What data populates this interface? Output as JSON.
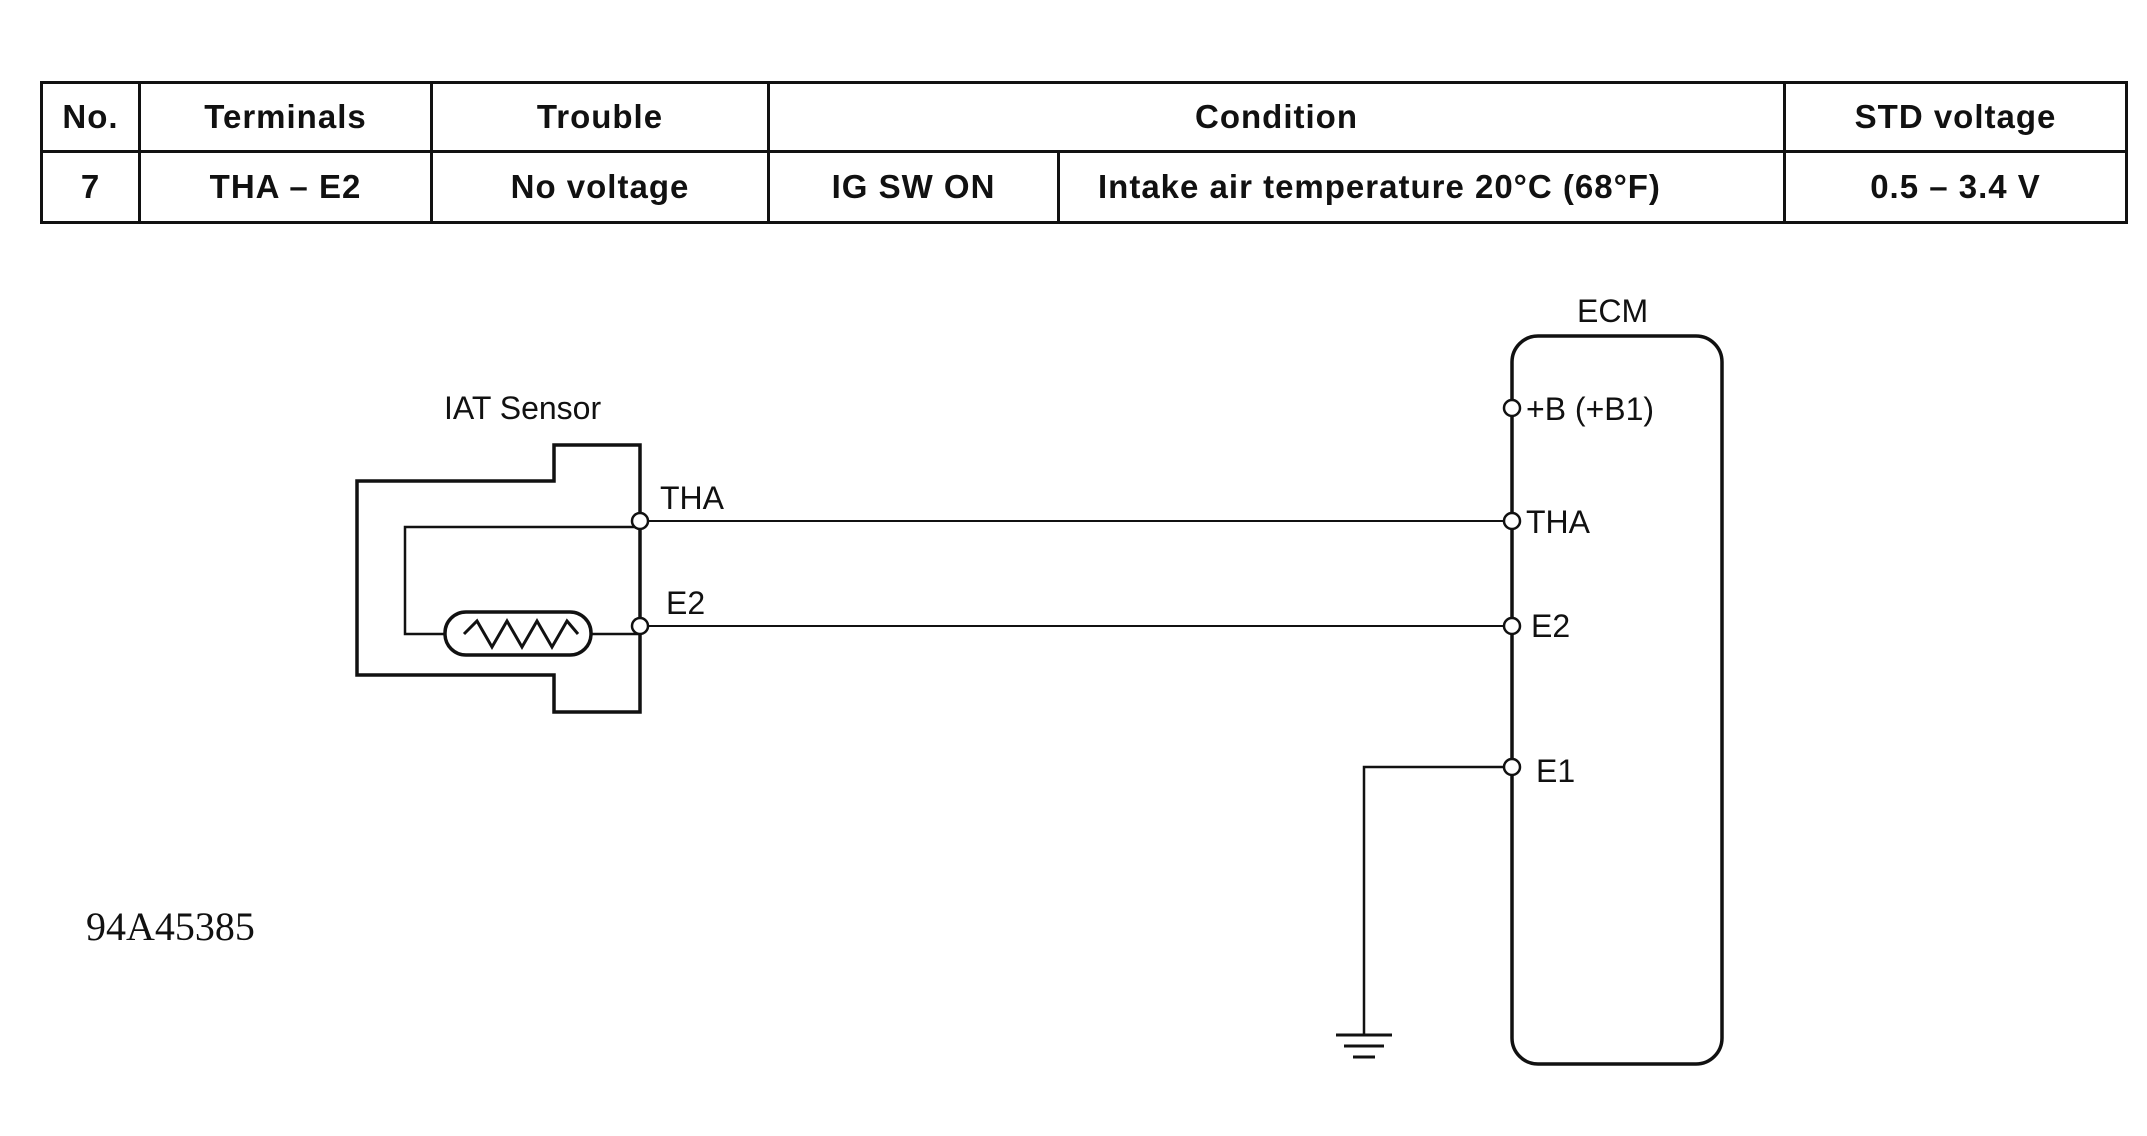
{
  "table": {
    "headers": {
      "no": "No.",
      "terminals": "Terminals",
      "trouble": "Trouble",
      "condition": "Condition",
      "std_voltage": "STD voltage"
    },
    "row": {
      "no": "7",
      "terminals": "THA – E2",
      "trouble": "No voltage",
      "condition_switch": "IG SW ON",
      "condition_detail": "Intake air temperature 20°C (68°F)",
      "std_voltage": "0.5 – 3.4 V"
    }
  },
  "diagram": {
    "sensor": {
      "title": "IAT Sensor",
      "terminal_tha": "THA",
      "terminal_e2": "E2"
    },
    "ecm": {
      "title": "ECM",
      "terminal_b": "+B (+B1)",
      "terminal_tha": "THA",
      "terminal_e2": "E2",
      "terminal_e1": "E1"
    },
    "figure_id": "94A45385"
  }
}
